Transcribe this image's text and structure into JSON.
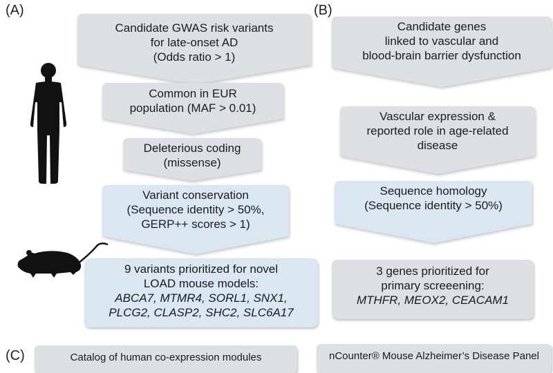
{
  "panels": {
    "a": {
      "label": "(A)",
      "steps": [
        {
          "lines": [
            "Candidate GWAS risk variants",
            "for late-onset AD",
            "(Odds ratio > 1)"
          ]
        },
        {
          "lines": [
            "Common in EUR",
            "population (MAF > 0.01)"
          ]
        },
        {
          "lines": [
            "Deleterious coding",
            "(missense)"
          ]
        },
        {
          "lines": [
            "Variant conservation",
            "(Sequence identity > 50%,",
            "GERP++ scores > 1)"
          ]
        },
        {
          "lines": [
            "9 variants prioritized for novel",
            "LOAD mouse models:"
          ],
          "italic_lines": [
            "ABCA7, MTMR4, SORL1, SNX1,",
            "PLCG2, CLASP2, SHC2, SLC6A17"
          ]
        }
      ]
    },
    "b": {
      "label": "(B)",
      "steps": [
        {
          "lines": [
            "Candidate genes",
            "linked to vascular and",
            "blood-brain barrier dysfunction"
          ]
        },
        {
          "lines": [
            "Vascular expression &",
            "reported role in age-related",
            "disease"
          ]
        },
        {
          "lines": [
            "Sequence homology",
            "(Sequence identity > 50%)"
          ]
        },
        {
          "lines": [
            "3 genes prioritized for",
            "primary screeening:"
          ],
          "italic_lines": [
            "MTHFR, MEOX2, CEACAM1"
          ]
        }
      ]
    },
    "c": {
      "label": "(C)",
      "left_box": "Catalog of human co-expression modules",
      "right_box": "nCounter® Mouse Alzheimer’s Disease Panel"
    }
  },
  "icons": [
    "human-silhouette-icon",
    "mouse-silhouette-icon"
  ],
  "colors": {
    "gray_fill": "#dcdfe3",
    "blue_fill": "#dbe6f3",
    "text": "#1c1c1c"
  }
}
